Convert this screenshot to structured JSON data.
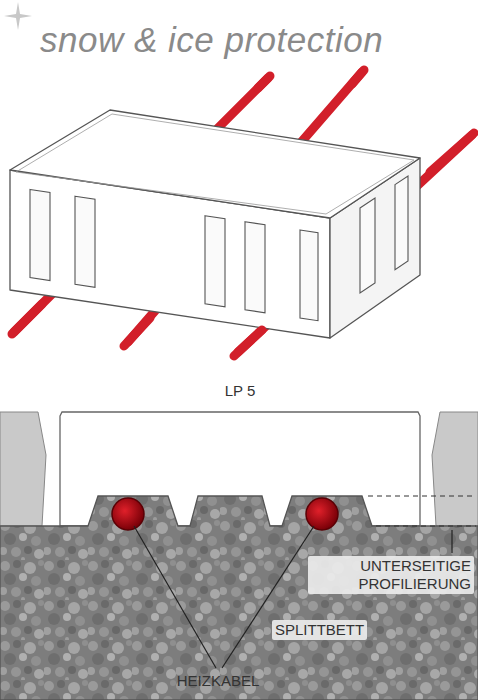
{
  "diagram": {
    "title": "snow & ice protection",
    "labels": [
      "LP 5",
      "UNTERSEITIGE PROFILIERUNG",
      "SPLITTBETT",
      "HEIZKABEL"
    ]
  }
}
